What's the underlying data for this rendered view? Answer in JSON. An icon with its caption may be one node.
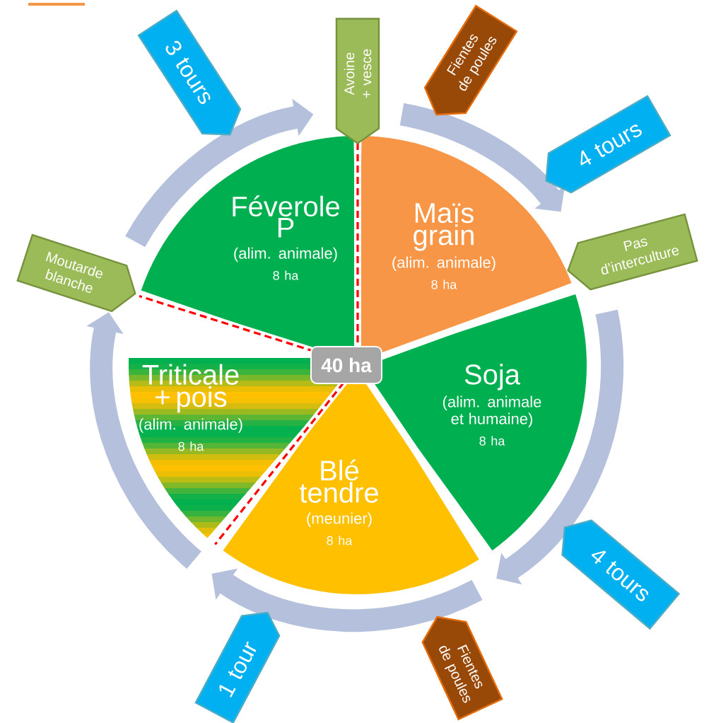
{
  "diagram": {
    "nodes": [
      {
        "text": [
          "3 tours"
        ]
      },
      {
        "text": [
          "Avoine + vesce"
        ]
      },
      {
        "text": [
          "Fientes de poules"
        ]
      },
      {
        "text": [
          "Féverole P",
          "(alim. animale)",
          "8 ha"
        ]
      },
      {
        "text": [
          "Maïs grain",
          "(alim. animale)",
          "8 ha"
        ]
      },
      {
        "text": [
          "4 tours"
        ]
      },
      {
        "text": [
          "Pas d’interculture"
        ]
      },
      {
        "text": [
          "Moutarde blanche"
        ]
      },
      {
        "text": [
          "Triticale + pois",
          "(alim. animale)",
          "8 ha"
        ]
      },
      {
        "text": [
          "40 ha"
        ]
      },
      {
        "text": [
          "Soja",
          "(alim. animale et humaine)",
          "8 ha"
        ]
      },
      {
        "text": [
          "Blé tendre",
          "(meunier)",
          "8 ha"
        ]
      },
      {
        "text": [
          "4 tours"
        ]
      },
      {
        "text": [
          "Fientes de poules"
        ]
      },
      {
        "text": [
          "1 tour"
        ]
      }
    ]
  }
}
